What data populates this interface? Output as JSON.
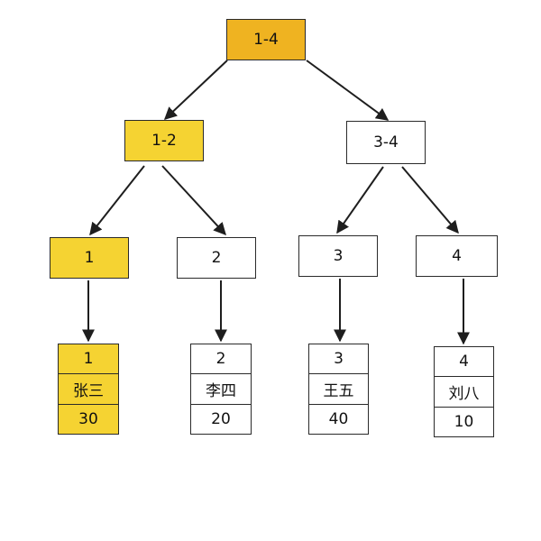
{
  "colors": {
    "highlight_root": "#efb321",
    "highlight": "#f5d332",
    "stroke": "#1e1e1e"
  },
  "tree": {
    "root": {
      "label": "1-4",
      "highlighted": true
    },
    "left": {
      "label": "1-2",
      "highlighted": true
    },
    "right": {
      "label": "3-4",
      "highlighted": false
    },
    "leaves": [
      {
        "label": "1",
        "highlighted": true
      },
      {
        "label": "2",
        "highlighted": false
      },
      {
        "label": "3",
        "highlighted": false
      },
      {
        "label": "4",
        "highlighted": false
      }
    ]
  },
  "records": [
    {
      "id": "1",
      "name": "张三",
      "age": "30",
      "highlighted": true
    },
    {
      "id": "2",
      "name": "李四",
      "age": "20",
      "highlighted": false
    },
    {
      "id": "3",
      "name": "王五",
      "age": "40",
      "highlighted": false
    },
    {
      "id": "4",
      "name": "刘八",
      "age": "10",
      "highlighted": false
    }
  ]
}
